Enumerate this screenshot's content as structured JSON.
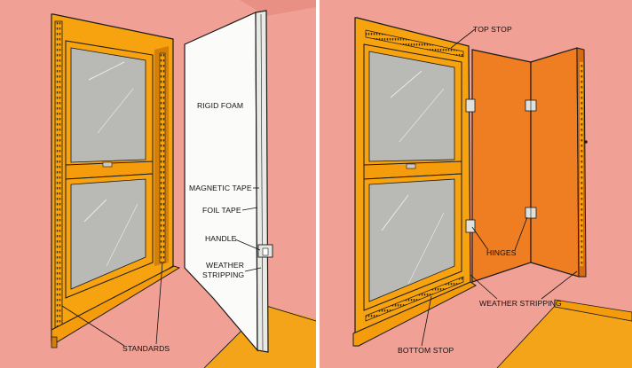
{
  "colors": {
    "wall": "#f0a094",
    "wall_edge": "#e58f83",
    "frame_orange": "#f7a30f",
    "frame_shadow": "#d47f05",
    "glass": "#b9b9b6",
    "floor": "#f4a418",
    "panel_orange": "#ef7d22",
    "foam_white": "#fbfbfa",
    "outline": "#1a1a1a",
    "divider": "#ffffff"
  },
  "icons": {
    "handle": "handle-icon",
    "hinge": "hinge-icon"
  },
  "left_panel": {
    "labels": {
      "rigid_foam": "RIGID FOAM",
      "magnetic_tape": "MAGNETIC TAPE",
      "foil_tape": "FOIL TAPE",
      "handle": "HANDLE",
      "weather_line1": "WEATHER",
      "weather_line2": "STRIPPING",
      "standards": "STANDARDS"
    }
  },
  "right_panel": {
    "labels": {
      "top_stop": "TOP STOP",
      "hinges": "HINGES",
      "weather_stripping": "WEATHER STRIPPING",
      "bottom_stop": "BOTTOM STOP"
    }
  }
}
